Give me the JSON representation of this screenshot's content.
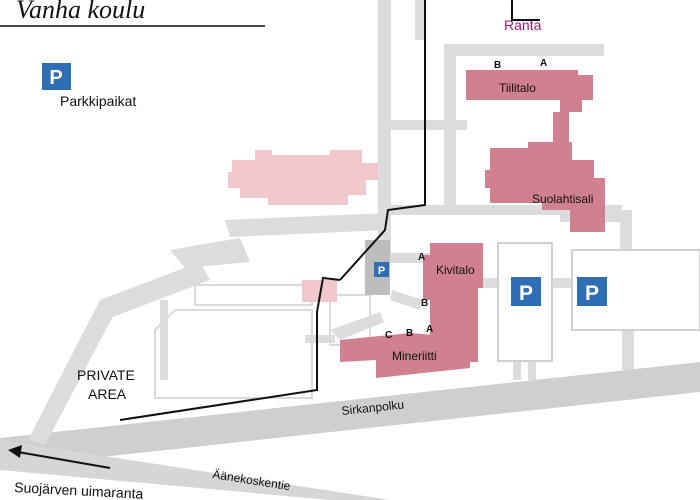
{
  "title": "Vanha koulu",
  "legend": {
    "parking_symbol": "P",
    "parking_label": "Parkkipaikat"
  },
  "buildings": {
    "ranta": "Ranta",
    "tiilitalo": "Tiilitalo",
    "suolahtisali": "Suolahtisali",
    "kivitalo": "Kivitalo",
    "mineriitti": "Mineriitti"
  },
  "entrances": {
    "tiilitalo_b": "B",
    "tiilitalo_a": "A",
    "kivitalo_a": "A",
    "kivitalo_b": "B",
    "mineriitti_c": "C",
    "mineriitti_b": "B",
    "mineriitti_a": "A"
  },
  "parking": {
    "small": "P",
    "lot1": "P",
    "lot2": "P"
  },
  "private_area": {
    "line1": "PRIVATE",
    "line2": "AREA"
  },
  "roads": {
    "sirkanpolku": "Sirkanpolku",
    "aanekoskentie": "Äänekoskentie"
  },
  "direction": {
    "label": "Suojärven uimaranta"
  },
  "colors": {
    "building": "#d0808e",
    "building_light": "#f0c8cc",
    "road": "#d3d3d3",
    "parking_blue": "#2f6db5",
    "ranta_text": "#9b1b6e"
  }
}
